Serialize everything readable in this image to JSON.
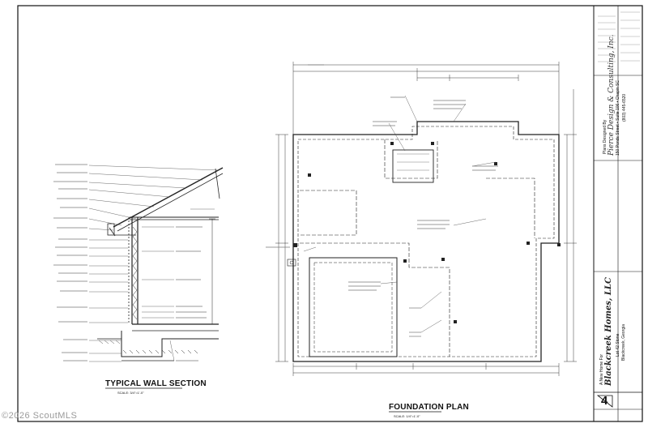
{
  "wall_section": {
    "title": "TYPICAL WALL SECTION",
    "scale": "SCALE: 3/4\"=1'-0\""
  },
  "foundation_plan": {
    "title": "FOUNDATION PLAN",
    "scale": "SCALE: 1/4\"=1'-0\""
  },
  "title_block": {
    "designer_line1": "Plans Designed By",
    "designer_name": "Pierce Design & Consulting, Inc.",
    "designer_addr": "150 Ponds Street • Suite 106 • Chapin SC",
    "designer_phone": "(803) 445-6520",
    "project_line": "A New Home For",
    "client": "Blackcreek Homes, LLC",
    "lot": "Lot 42 Stone",
    "location": "Blackcreek, Georgia",
    "sheet_number": "4"
  },
  "watermark": "©2026 ScoutMLS"
}
